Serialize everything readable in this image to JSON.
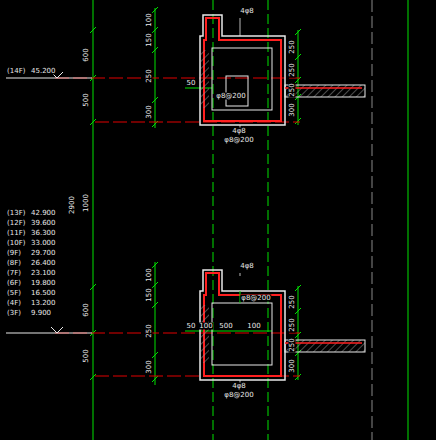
{
  "diagram": {
    "labels": [
      "(14F)",
      "45.200",
      "(13F)",
      "42.900",
      "(12F)",
      "39.600",
      "(11F)",
      "36.300",
      "(10F)",
      "33.000",
      "(9F)",
      "29.700",
      "(8F)",
      "26.400",
      "(7F)",
      "23.100",
      "(6F)",
      "19.800",
      "(5F)",
      "16.500",
      "(4F)",
      "13.200",
      "(3F)",
      "9.900",
      "600",
      "500",
      "2900",
      "1000",
      "600",
      "500",
      "100",
      "150",
      "250",
      "300",
      "100",
      "150",
      "250",
      "300",
      "250",
      "250",
      "250",
      "300",
      "250",
      "250",
      "250",
      "300",
      "50",
      "50",
      "100",
      "500",
      "100",
      "4φ8",
      "φ8@200",
      "4φ8",
      "φ8@200",
      "4φ8",
      "φ8@200",
      "4φ8",
      "φ8@200"
    ]
  }
}
